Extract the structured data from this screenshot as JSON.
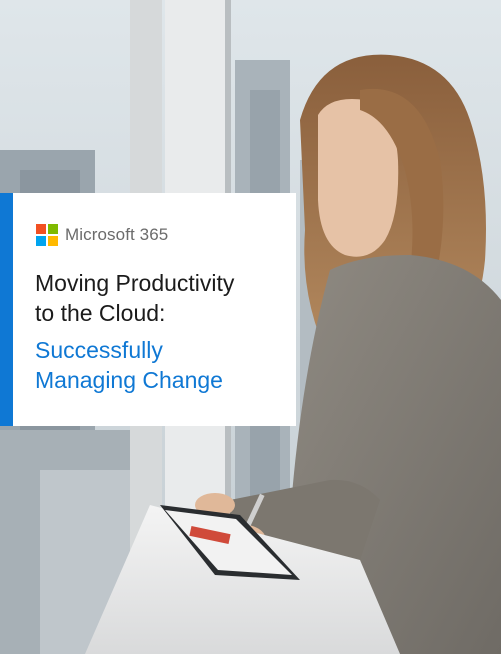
{
  "brand": {
    "name": "Microsoft 365",
    "logo_colors": [
      "#f25022",
      "#7fba00",
      "#00a4ef",
      "#ffb900"
    ]
  },
  "title": {
    "line1": "Moving Productivity",
    "line2": "to the Cloud:"
  },
  "subtitle": {
    "line1": "Successfully",
    "line2": "Managing Change"
  },
  "colors": {
    "accent": "#0f78d4",
    "title_text": "#1b1b1b"
  }
}
